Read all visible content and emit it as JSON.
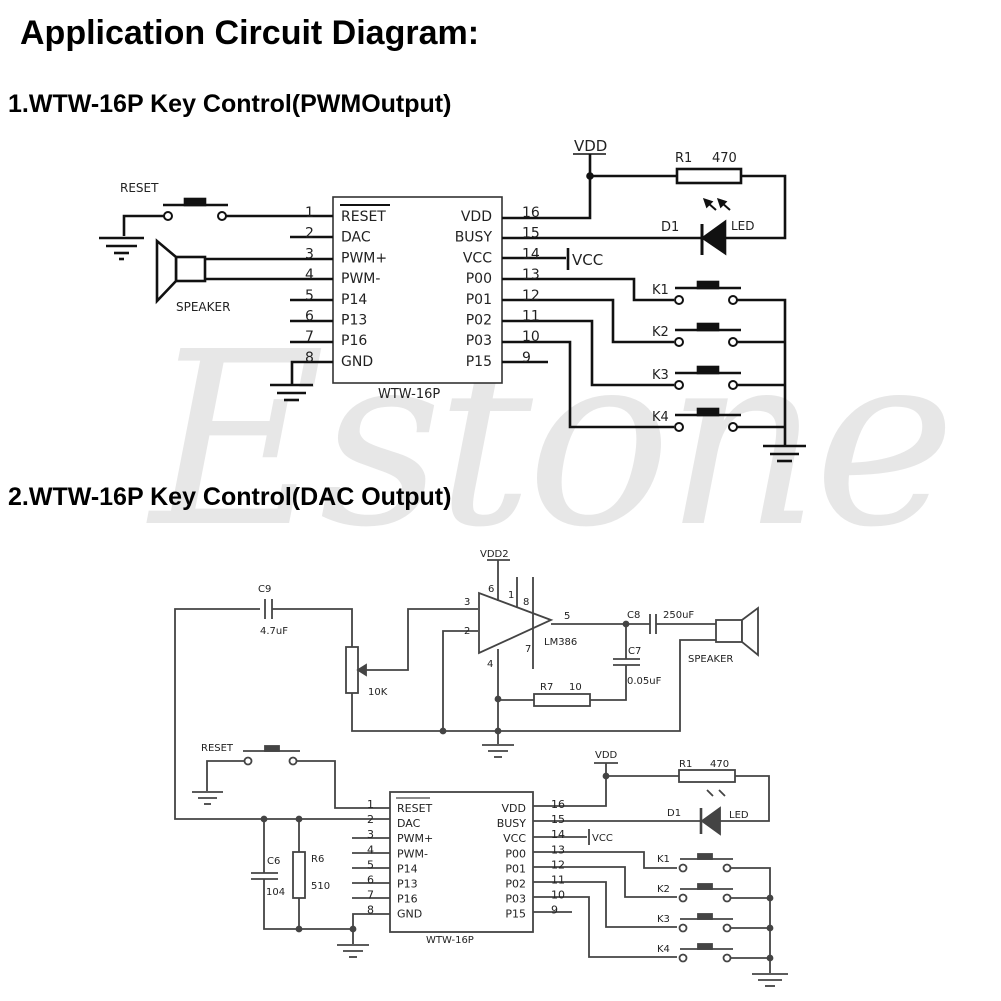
{
  "page": {
    "title": "Application Circuit Diagram:",
    "watermark": "Estone"
  },
  "sections": [
    {
      "title": "1.WTW-16P Key Control(PWMOutput)",
      "chip": {
        "name": "WTW-16P",
        "left_pins": [
          {
            "num": "1",
            "label": "RESET"
          },
          {
            "num": "2",
            "label": "DAC"
          },
          {
            "num": "3",
            "label": "PWM+"
          },
          {
            "num": "4",
            "label": "PWM-"
          },
          {
            "num": "5",
            "label": "P14"
          },
          {
            "num": "6",
            "label": "P13"
          },
          {
            "num": "7",
            "label": "P16"
          },
          {
            "num": "8",
            "label": "GND"
          }
        ],
        "right_pins": [
          {
            "num": "16",
            "label": "VDD"
          },
          {
            "num": "15",
            "label": "BUSY"
          },
          {
            "num": "14",
            "label": "VCC"
          },
          {
            "num": "13",
            "label": "P00"
          },
          {
            "num": "12",
            "label": "P01"
          },
          {
            "num": "11",
            "label": "P02"
          },
          {
            "num": "10",
            "label": "P03"
          },
          {
            "num": "9",
            "label": "P15"
          }
        ]
      },
      "components": {
        "reset": "RESET",
        "speaker": "SPEAKER",
        "vdd": "VDD",
        "vcc": "VCC",
        "r1": "R1",
        "r1_value": "470",
        "d1": "D1",
        "led": "LED",
        "keys": [
          "K1",
          "K2",
          "K3",
          "K4"
        ]
      }
    },
    {
      "title": "2.WTW-16P Key Control(DAC Output)",
      "chip": {
        "name": "WTW-16P",
        "left_pins": [
          {
            "num": "1",
            "label": "RESET"
          },
          {
            "num": "2",
            "label": "DAC"
          },
          {
            "num": "3",
            "label": "PWM+"
          },
          {
            "num": "4",
            "label": "PWM-"
          },
          {
            "num": "5",
            "label": "P14"
          },
          {
            "num": "6",
            "label": "P13"
          },
          {
            "num": "7",
            "label": "P16"
          },
          {
            "num": "8",
            "label": "GND"
          }
        ],
        "right_pins": [
          {
            "num": "16",
            "label": "VDD"
          },
          {
            "num": "15",
            "label": "BUSY"
          },
          {
            "num": "14",
            "label": "VCC"
          },
          {
            "num": "13",
            "label": "P00"
          },
          {
            "num": "12",
            "label": "P01"
          },
          {
            "num": "11",
            "label": "P02"
          },
          {
            "num": "10",
            "label": "P03"
          },
          {
            "num": "9",
            "label": "P15"
          }
        ]
      },
      "components": {
        "reset": "RESET",
        "vdd": "VDD",
        "vdd2": "VDD2",
        "vcc": "VCC",
        "r1": "R1",
        "r1_value": "470",
        "d1": "D1",
        "led": "LED",
        "keys": [
          "K1",
          "K2",
          "K3",
          "K4"
        ],
        "c9": "C9",
        "c9_value": "4.7uF",
        "pot_value": "10K",
        "amp": "LM386",
        "amp_pins": [
          "3",
          "2",
          "6",
          "1",
          "8",
          "5",
          "7",
          "4"
        ],
        "c8": "C8",
        "c8_value": "250uF",
        "c7": "C7",
        "c7_value": "0.05uF",
        "r7": "R7",
        "r7_value": "10",
        "speaker": "SPEAKER",
        "c6": "C6",
        "c6_value": "104",
        "r6": "R6",
        "r6_value": "510"
      }
    }
  ]
}
